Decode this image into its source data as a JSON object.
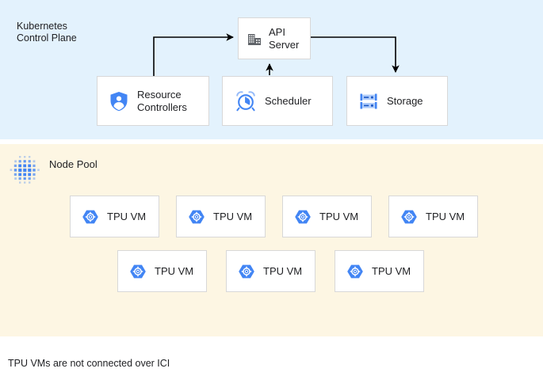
{
  "diagram": {
    "footnote": "TPU VMs are not connected over ICI",
    "colors": {
      "control_plane_band": "#e3f2fd",
      "node_pool_band": "#fdf6e3",
      "accent_blue": "#4285f4",
      "icon_gray": "#5f6368",
      "box_border": "#d8d8d8",
      "connector": "#000000",
      "text": "#202124"
    }
  },
  "control_plane": {
    "title": "Kubernetes\nControl Plane",
    "icon": "none",
    "boxes": [
      {
        "id": "api-server",
        "label": "API\nServer",
        "icon": "office-building-icon"
      },
      {
        "id": "resource-controllers",
        "label": "Resource\nControllers",
        "icon": "shield-person-icon"
      },
      {
        "id": "scheduler",
        "label": "Scheduler",
        "icon": "alarm-clock-icon"
      },
      {
        "id": "storage",
        "label": "Storage",
        "icon": "server-rack-icon"
      }
    ],
    "connectors": [
      {
        "from": "resource-controllers",
        "to": "api-server",
        "style": "elbow-up-right-arrow"
      },
      {
        "from": "scheduler",
        "to": "api-server",
        "style": "straight-up-arrow"
      },
      {
        "from": "api-server",
        "to": "storage",
        "style": "elbow-right-down-arrow"
      }
    ]
  },
  "node_pool": {
    "title": "Node Pool",
    "icon": "dot-matrix-icon",
    "vms_row_1": [
      {
        "label": "TPU VM",
        "icon": "hexagon-gear-icon"
      },
      {
        "label": "TPU VM",
        "icon": "hexagon-gear-icon"
      },
      {
        "label": "TPU VM",
        "icon": "hexagon-gear-icon"
      },
      {
        "label": "TPU VM",
        "icon": "hexagon-gear-icon"
      }
    ],
    "vms_row_2": [
      {
        "label": "TPU VM",
        "icon": "hexagon-gear-icon"
      },
      {
        "label": "TPU VM",
        "icon": "hexagon-gear-icon"
      },
      {
        "label": "TPU VM",
        "icon": "hexagon-gear-icon"
      }
    ]
  }
}
